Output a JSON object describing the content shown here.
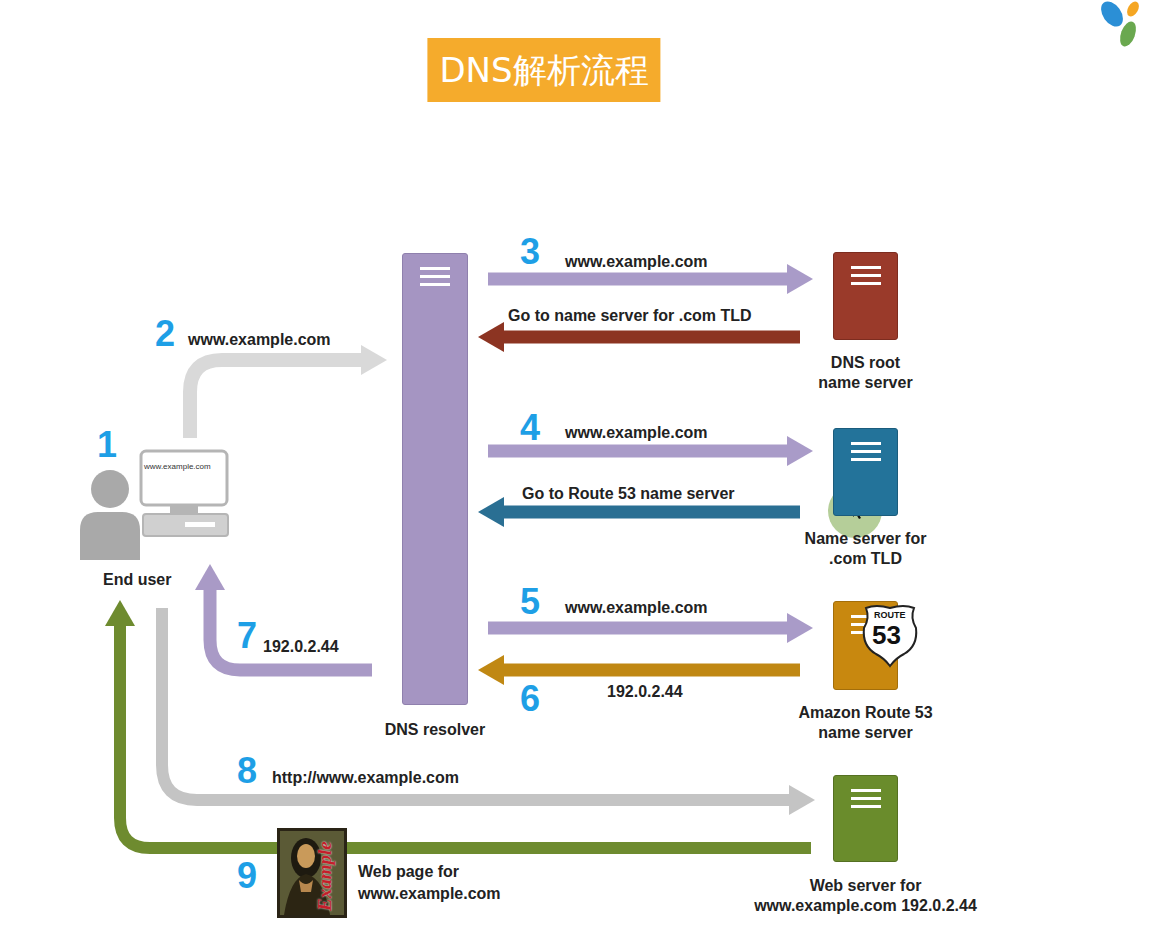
{
  "diagram": {
    "title": "DNS解析流程",
    "nodes": [
      {
        "text": [
          "www.example.com",
          "End user"
        ]
      },
      {
        "text": [
          "DNS resolver"
        ]
      },
      {
        "text": [
          "DNS root name server"
        ]
      },
      {
        "text": [
          "Name server for .com TLD"
        ]
      },
      {
        "text": [
          "Amazon Route 53 name server"
        ]
      },
      {
        "text": [
          "Web server for www.example.com 192.0.2.44"
        ]
      }
    ],
    "edges": [
      {
        "from": 0,
        "to": 1,
        "arrow": "to",
        "label": "www.example.com"
      },
      {
        "from": 1,
        "to": 2,
        "arrow": "to",
        "label": "www.example.com"
      },
      {
        "from": 2,
        "to": 1,
        "arrow": "to",
        "label": "Go to name server for .com TLD"
      },
      {
        "from": 1,
        "to": 3,
        "arrow": "to",
        "label": "www.example.com"
      },
      {
        "from": 3,
        "to": 1,
        "arrow": "to",
        "label": "Go to Route 53 name server"
      },
      {
        "from": 1,
        "to": 4,
        "arrow": "to",
        "label": "www.example.com"
      },
      {
        "from": 4,
        "to": 1,
        "arrow": "to",
        "label": "192.0.2.44"
      },
      {
        "from": 1,
        "to": 0,
        "arrow": "to",
        "label": "192.0.2.44"
      },
      {
        "from": 0,
        "to": 5,
        "arrow": "to",
        "label": "http://www.example.com"
      },
      {
        "from": 5,
        "to": 0,
        "arrow": "to",
        "label": "Web page for www.example.com"
      }
    ],
    "labels": [
      "1",
      "2",
      "3",
      "4",
      "5",
      "6",
      "7",
      "8",
      "9",
      "ROUTE",
      "53",
      "Example"
    ]
  }
}
